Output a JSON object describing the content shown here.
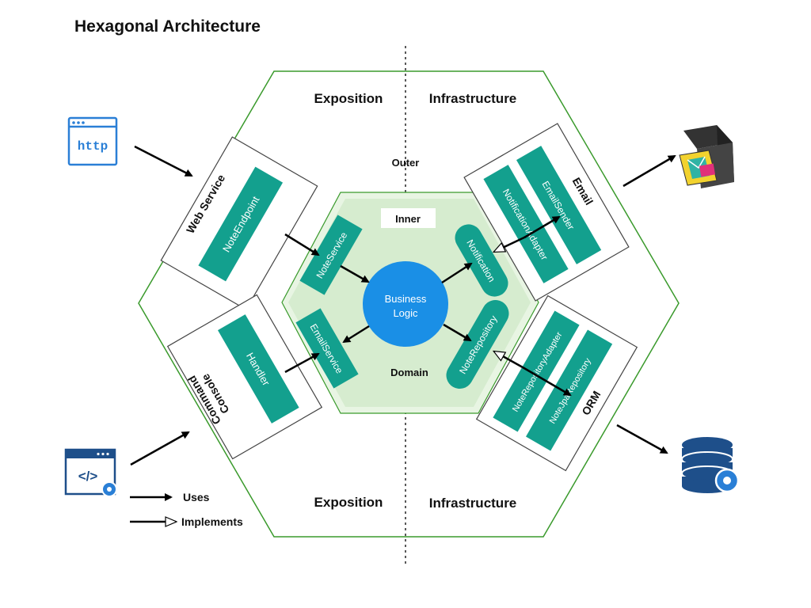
{
  "title": "Hexagonal Architecture",
  "labels": {
    "exposition_top": "Exposition",
    "infrastructure_top": "Infrastructure",
    "exposition_bottom": "Exposition",
    "infrastructure_bottom": "Infrastructure",
    "outer": "Outer",
    "inner": "Inner",
    "domain": "Domain"
  },
  "core": {
    "line1": "Business",
    "line2": "Logic"
  },
  "adapters": {
    "web_service": {
      "title": "Web Service",
      "component": "NoteEndpoint"
    },
    "console_command": {
      "title_line1": "Console",
      "title_line2": "Command",
      "component": "Handler"
    },
    "email": {
      "title": "Email",
      "component1": "NotificationAdapter",
      "component2": "EmailSender"
    },
    "orm": {
      "title": "ORM",
      "component1": "NoteRepositoryAdapter",
      "component2": "NoteJpaRepository"
    }
  },
  "ports": {
    "note_service": "NoteService",
    "email_service": "EmailService",
    "notification": "Notification",
    "note_repository": "NoteRepository"
  },
  "icons": {
    "http_label": "http",
    "code_label": "</>"
  },
  "legend": {
    "uses": "Uses",
    "implements": "Implements"
  },
  "colors": {
    "outer_border": "#3a9a2c",
    "inner_fill": "#d6eccf",
    "teal": "#13a08e",
    "core_blue": "#1a8fe6",
    "icon_blue": "#2a7fd6"
  }
}
